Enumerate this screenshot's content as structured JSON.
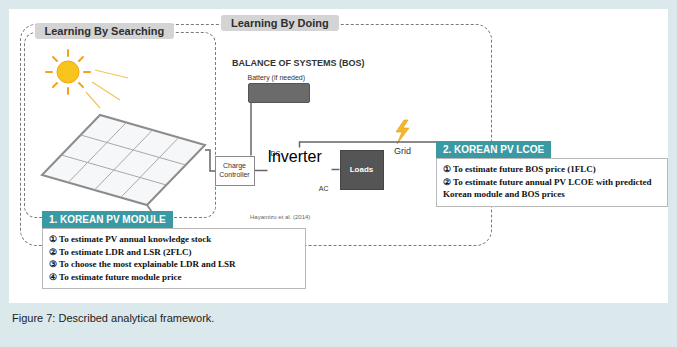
{
  "diagram": {
    "caption": "Figure 7: Described analytical framework.",
    "nodes": [
      {
        "text": [
          "Learning By Doing"
        ]
      },
      {
        "text": [
          "Learning By Searching"
        ],
        "in": 0
      },
      {
        "text": [
          "Battery (if needed)"
        ],
        "in": 0
      },
      {
        "text": [
          "Charge Controller"
        ],
        "in": 0
      },
      {
        "text": [
          "DC",
          "Inverter",
          "AC"
        ],
        "in": 0
      },
      {
        "text": [
          "Loads"
        ],
        "in": 0
      },
      {
        "text": [
          "2. KOREAN PV LCOE",
          "① To estimate future BOS price (1FLC)",
          "② To estimate future annual PV LCOE with predicted Korean module and BOS prices"
        ]
      },
      {
        "text": [
          "1. KOREAN PV MODULE",
          "① To estimate PV annual knowledge stock",
          "② To estimate LDR and LSR (2FLC)",
          "③ To choose the most explainable LDR and LSR",
          "④ To estimate future module price"
        ]
      }
    ],
    "edges": [
      {
        "from": 2,
        "to": 3,
        "arrow": "none"
      },
      {
        "from": 3,
        "to": 4,
        "arrow": "none"
      },
      {
        "from": 4,
        "to": 5,
        "arrow": "none"
      },
      {
        "from": 4,
        "to": 6,
        "arrow": "none"
      }
    ],
    "labels": [
      "BALANCE OF SYSTEMS (BOS)",
      "Grid",
      "Hayamizu et al. (2014)"
    ]
  }
}
